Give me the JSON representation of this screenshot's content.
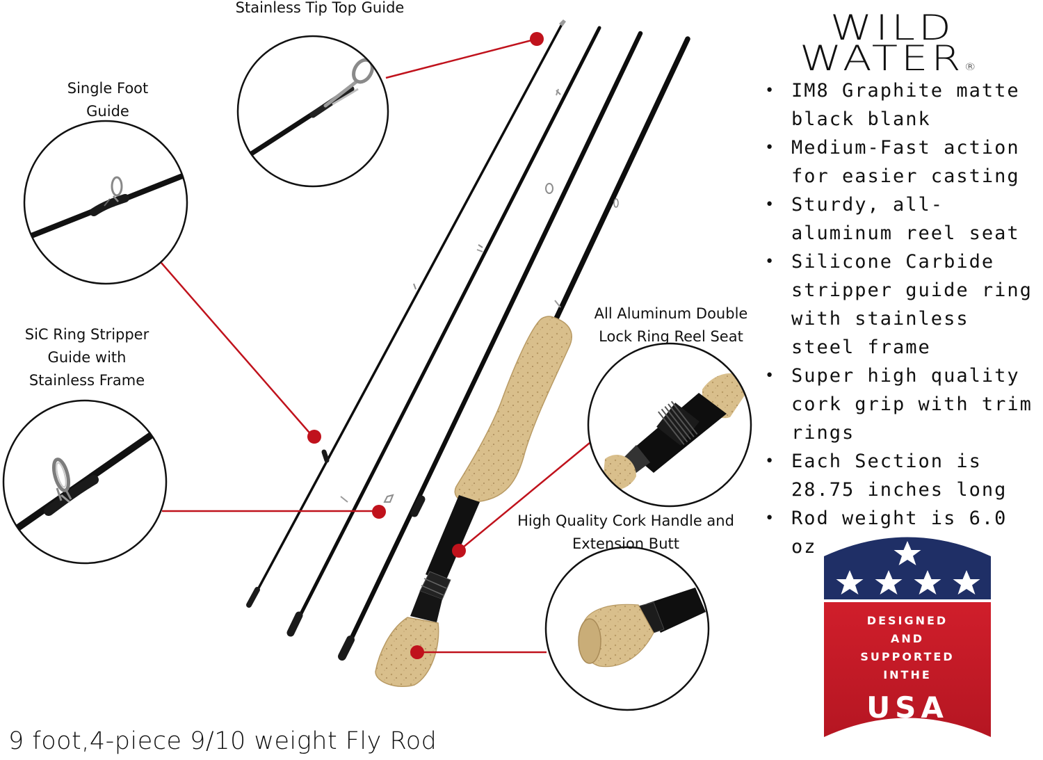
{
  "brand": {
    "line1": "WILD",
    "line2": "WATER",
    "registered": "®"
  },
  "features": [
    "IM8 Graphite matte black blank",
    "Medium-Fast action for easier casting",
    "Sturdy, all-aluminum reel seat",
    "Silicone Carbide stripper guide ring with stainless steel frame",
    "Super high quality cork grip with trim rings",
    "Each Section is 28.75 inches long",
    "Rod weight is 6.0 oz"
  ],
  "callouts": {
    "tip_top": "Stainless Tip Top Guide",
    "single_foot": [
      "Single Foot",
      "Guide"
    ],
    "stripper": [
      "SiC Ring Stripper",
      "Guide with",
      "Stainless Frame"
    ],
    "reel_seat": [
      "All Aluminum Double",
      "Lock Ring Reel Seat"
    ],
    "cork_handle": [
      "High Quality Cork Handle and",
      "Extension Butt"
    ]
  },
  "badge": {
    "lines": [
      "DESIGNED",
      "AND",
      "SUPPORTED",
      "INTHE"
    ],
    "country": "USA"
  },
  "caption": "9 foot,4-piece 9/10 weight Fly Rod",
  "colors": {
    "callout_red": "#c0121c",
    "rod_black": "#0d0d0d",
    "cork": "#d9bf8c",
    "cork_dark": "#b89a64",
    "badge_blue": "#1f2f66",
    "badge_red": "#d01e2b"
  }
}
